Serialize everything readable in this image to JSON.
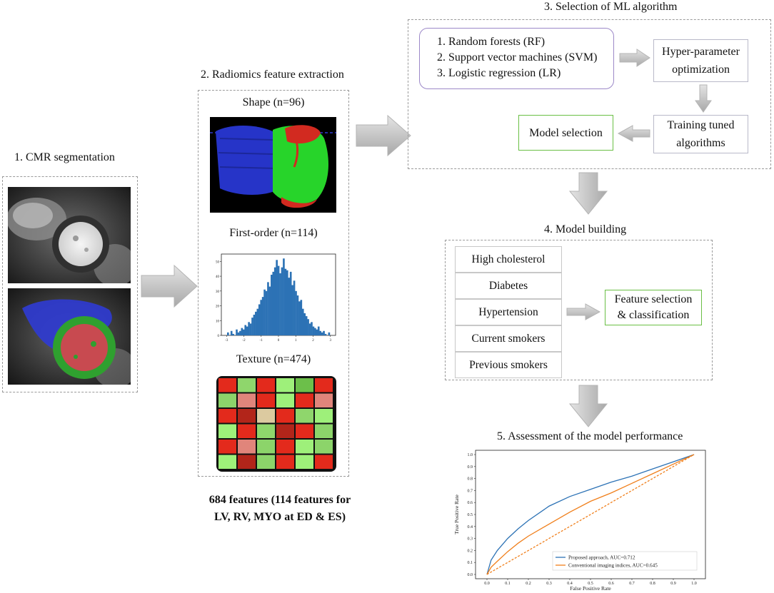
{
  "steps": {
    "cmr": "1. CMR segmentation",
    "radiomics": "2. Radiomics feature extraction",
    "ml": "3. Selection of ML algorithm",
    "model_building": "4. Model building",
    "assessment": "5. Assessment of the model performance"
  },
  "radiomics": {
    "shape": "Shape (n=96)",
    "first_order": "First-order (n=114)",
    "texture": "Texture (n=474)",
    "summary_line1": "684 features (114 features for",
    "summary_line2": "LV, RV, MYO at ED & ES)"
  },
  "ml": {
    "algorithms": [
      "1. Random forests (RF)",
      "2. Support vector machines (SVM)",
      "3. Logistic regression (LR)"
    ],
    "hyper_line1": "Hyper-parameter",
    "hyper_line2": "optimization",
    "training_line1": "Training tuned",
    "training_line2": "algorithms",
    "model_selection": "Model selection"
  },
  "model_building": {
    "risk_factors": [
      "High cholesterol",
      "Diabetes",
      "Hypertension",
      "Current smokers",
      "Previous smokers"
    ],
    "feature_line1": "Feature selection",
    "feature_line2": "& classification"
  },
  "colors": {
    "lv_blood_pool": "#c84a50",
    "myocardium": "#2fa02f",
    "rv": "#2f3bd0",
    "histogram": "#2c72b5",
    "roc_proposed": "#2c72b5",
    "roc_conventional": "#f07f1b",
    "box_green": "#6abf45",
    "box_lavender": "#9c88c8"
  },
  "chart_data": [
    {
      "type": "bar",
      "title": "",
      "x_ticks": [
        "-3",
        "-2",
        "-1",
        "0",
        "1",
        "2",
        "3"
      ],
      "y_ticks": [
        "0",
        "10",
        "20",
        "30",
        "40",
        "50"
      ],
      "xlim": [
        -3.3,
        3.3
      ],
      "ylim": [
        0,
        55
      ],
      "values": [
        2,
        0,
        3,
        1,
        0,
        4,
        2,
        3,
        5,
        4,
        7,
        6,
        9,
        8,
        12,
        14,
        16,
        18,
        21,
        24,
        26,
        31,
        30,
        36,
        33,
        41,
        43,
        46,
        51,
        47,
        42,
        46,
        52,
        45,
        44,
        39,
        43,
        34,
        37,
        30,
        27,
        23,
        24,
        18,
        15,
        13,
        11,
        8,
        9,
        6,
        5,
        4,
        6,
        3,
        2,
        3,
        1,
        0,
        2
      ]
    },
    {
      "type": "line",
      "xlabel": "False Positive Rate",
      "ylabel": "True Positive Rate",
      "xlim": [
        0,
        1
      ],
      "ylim": [
        0,
        1
      ],
      "x_ticks": [
        "0.0",
        "0.1",
        "0.2",
        "0.3",
        "0.4",
        "0.5",
        "0.6",
        "0.7",
        "0.8",
        "0.9",
        "1.0"
      ],
      "y_ticks": [
        "0.0",
        "0.1",
        "0.2",
        "0.3",
        "0.4",
        "0.5",
        "0.6",
        "0.7",
        "0.8",
        "0.9",
        "1.0"
      ],
      "legend_position": "bottom-right",
      "series": [
        {
          "name": "Proposed approach, AUC=0.712",
          "x": [
            0,
            0.02,
            0.05,
            0.1,
            0.15,
            0.2,
            0.3,
            0.4,
            0.5,
            0.6,
            0.7,
            0.8,
            0.9,
            1.0
          ],
          "y": [
            0,
            0.12,
            0.2,
            0.3,
            0.38,
            0.45,
            0.57,
            0.65,
            0.71,
            0.77,
            0.82,
            0.88,
            0.94,
            1.0
          ]
        },
        {
          "name": "Conventional imaging indices, AUC=0.645",
          "x": [
            0,
            0.02,
            0.05,
            0.1,
            0.15,
            0.2,
            0.3,
            0.4,
            0.5,
            0.6,
            0.7,
            0.8,
            0.9,
            1.0
          ],
          "y": [
            0,
            0.06,
            0.11,
            0.19,
            0.26,
            0.32,
            0.42,
            0.52,
            0.61,
            0.68,
            0.76,
            0.84,
            0.92,
            1.0
          ]
        },
        {
          "name": "",
          "x": [
            0,
            1
          ],
          "y": [
            0,
            1
          ]
        }
      ]
    }
  ]
}
